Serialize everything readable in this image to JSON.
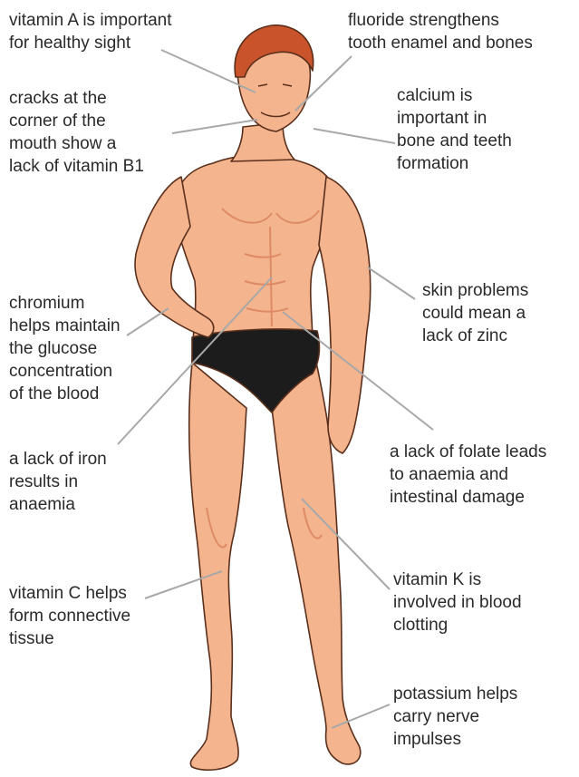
{
  "labels": {
    "vitamin_a": [
      "vitamin A is important",
      "for healthy sight"
    ],
    "fluoride": [
      "fluoride strengthens",
      "tooth enamel and bones"
    ],
    "vitamin_b1": [
      "cracks at the",
      "corner of the",
      "mouth show a",
      "lack of vitamin B1"
    ],
    "calcium": [
      "calcium is",
      "important in",
      "bone and teeth",
      "formation"
    ],
    "chromium": [
      "chromium",
      "helps maintain",
      "the glucose",
      "concentration",
      "of the blood"
    ],
    "zinc": [
      "skin problems",
      "could mean a",
      "lack of zinc"
    ],
    "iron": [
      "a lack of iron",
      "results in",
      "anaemia"
    ],
    "folate": [
      "a lack of folate leads",
      "to anaemia and",
      "intestinal damage"
    ],
    "vitamin_c": [
      "vitamin C helps",
      "form connective",
      "tissue"
    ],
    "vitamin_k": [
      "vitamin K is",
      "involved in blood",
      "clotting"
    ],
    "potassium": [
      "potassium helps",
      "carry nerve",
      "impulses"
    ]
  },
  "colors": {
    "skin": "#f3b48e",
    "skin_shadow": "#d9825c",
    "hair": "#c9532a",
    "briefs": "#1c1c1c",
    "leader_line": "#a8a8a8",
    "text": "#2a2a2a"
  }
}
